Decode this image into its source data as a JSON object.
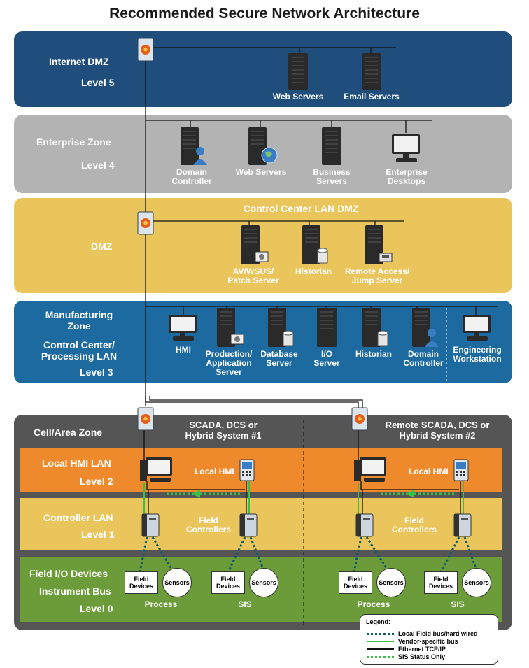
{
  "title": "Recommended Secure Network Architecture",
  "colors": {
    "internet_dmz": "#1f4e7d",
    "enterprise": "#b3b3b3",
    "dmz": "#e9c55c",
    "manufacturing": "#1c6aa0",
    "cell_area": "#555555",
    "local_hmi": "#ee8a2c",
    "controller": "#e9c55c",
    "field": "#6b9c39",
    "field_bus": "#0e5a6a",
    "vendor_bus": "#3cbf4a",
    "ethernet": "#111111",
    "sis_status": "#3cbf4a"
  },
  "zones": {
    "internet_dmz": {
      "name": "Internet DMZ",
      "level": "Level 5",
      "items": [
        "Web Servers",
        "Email Servers"
      ]
    },
    "enterprise": {
      "name": "Enterprise Zone",
      "level": "Level 4",
      "items": [
        "Domain\nController",
        "Web Servers",
        "Business\nServers",
        "Enterprise\nDesktops"
      ]
    },
    "dmz": {
      "name": "DMZ",
      "header": "Control Center LAN DMZ",
      "items": [
        "AV/WSUS/\nPatch Server",
        "Historian",
        "Remote Access/\nJump Server"
      ]
    },
    "manufacturing": {
      "name": "Manufacturing\nZone",
      "sub": "Control Center/\nProcessing LAN",
      "level": "Level 3",
      "items": [
        "HMI",
        "Production/\nApplication\nServer",
        "Database\nServer",
        "I/O\nServer",
        "Historian",
        "Domain\nController",
        "Engineering\nWorkstation"
      ]
    },
    "cell_area": {
      "name": "Cell/Area Zone",
      "system1": "SCADA, DCS or\nHybrid System #1",
      "system2": "Remote SCADA, DCS or\nHybrid System #2"
    },
    "local_hmi": {
      "name": "Local HMI LAN",
      "level": "Level 2",
      "item": "Local HMI"
    },
    "controller": {
      "name": "Controller LAN",
      "level": "Level 1",
      "item": "Field\nControllers"
    },
    "field": {
      "name": "Field I/O Devices",
      "sub": "Instrument Bus",
      "level": "Level 0",
      "field_devices": "Field\nDevices",
      "sensors": "Sensors",
      "process": "Process",
      "sis": "SIS"
    }
  },
  "legend": {
    "title": "Legend:",
    "field_bus": "Local Field bus/hard wired",
    "vendor_bus": "Vendor-specific bus",
    "ethernet": "Ethernet TCP/IP",
    "sis_status": "SIS Status Only"
  }
}
